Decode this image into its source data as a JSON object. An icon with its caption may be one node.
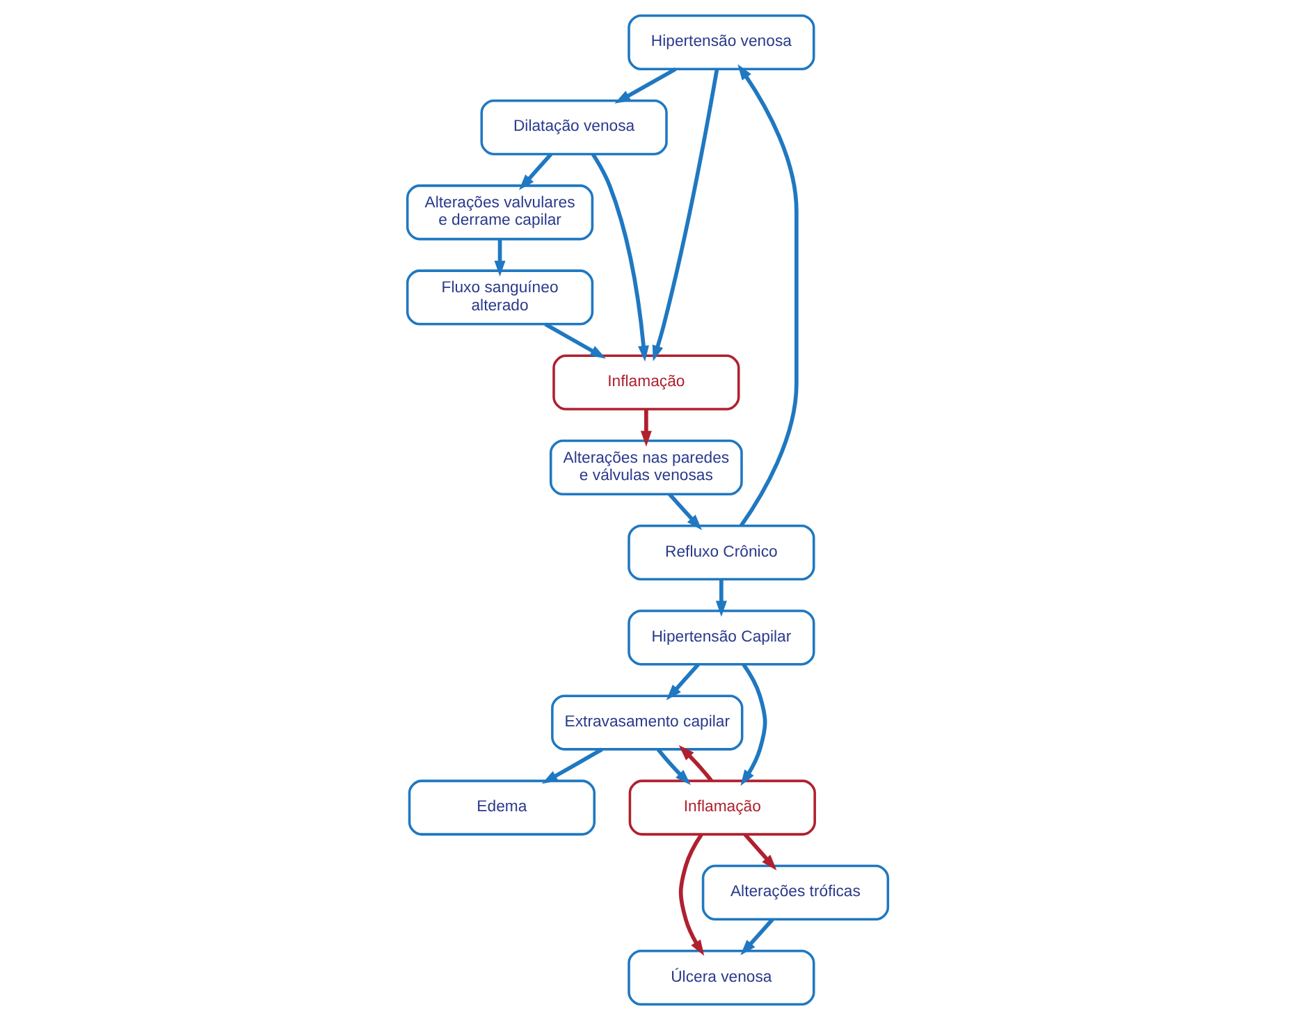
{
  "diagram": {
    "nodes": [
      {
        "text": [
          "Hipertensão venosa"
        ]
      },
      {
        "text": [
          "Dilatação venosa"
        ]
      },
      {
        "text": [
          "Alterações valvulares e derrame capilar"
        ]
      },
      {
        "text": [
          "Refluxo Crônico"
        ]
      },
      {
        "text": [
          "Inflamação"
        ]
      },
      {
        "text": [
          "Fluxo sanguíneo alterado"
        ]
      },
      {
        "text": [
          "Hipertensão Capilar"
        ]
      },
      {
        "text": [
          "Alterações nas paredes e válvulas venosas"
        ]
      },
      {
        "text": [
          "Extravasamento capilar"
        ]
      },
      {
        "text": [
          "Edema"
        ]
      },
      {
        "text": [
          "Inflamação"
        ]
      },
      {
        "text": [
          "Úlcera venosa"
        ]
      },
      {
        "text": [
          "Alterações tróficas"
        ]
      }
    ],
    "edges": [
      {
        "from": 0,
        "to": 1,
        "arrow": "to"
      },
      {
        "from": 1,
        "to": 2,
        "arrow": "to"
      },
      {
        "from": 0,
        "to": 4,
        "arrow": "to"
      },
      {
        "from": 1,
        "to": 4,
        "arrow": "to"
      },
      {
        "from": 2,
        "to": 5,
        "arrow": "to"
      },
      {
        "from": 5,
        "to": 4,
        "arrow": "to"
      },
      {
        "from": 3,
        "to": 0,
        "arrow": "to"
      },
      {
        "from": 3,
        "to": 6,
        "arrow": "to"
      },
      {
        "from": 7,
        "to": 3,
        "arrow": "to"
      },
      {
        "from": 4,
        "to": 7,
        "arrow": "to",
        "color": "#b0202e"
      },
      {
        "from": 6,
        "to": 8,
        "arrow": "to"
      },
      {
        "from": 8,
        "to": 9,
        "arrow": "to"
      },
      {
        "from": 8,
        "to": 10,
        "arrow": "to"
      },
      {
        "from": 10,
        "to": 8,
        "arrow": "to",
        "color": "#b0202e"
      },
      {
        "from": 6,
        "to": 10,
        "arrow": "to"
      },
      {
        "from": 10,
        "to": 11,
        "arrow": "to",
        "color": "#b0202e"
      },
      {
        "from": 10,
        "to": 12,
        "arrow": "to",
        "color": "#b0202e"
      },
      {
        "from": 12,
        "to": 11,
        "arrow": "to"
      }
    ]
  }
}
